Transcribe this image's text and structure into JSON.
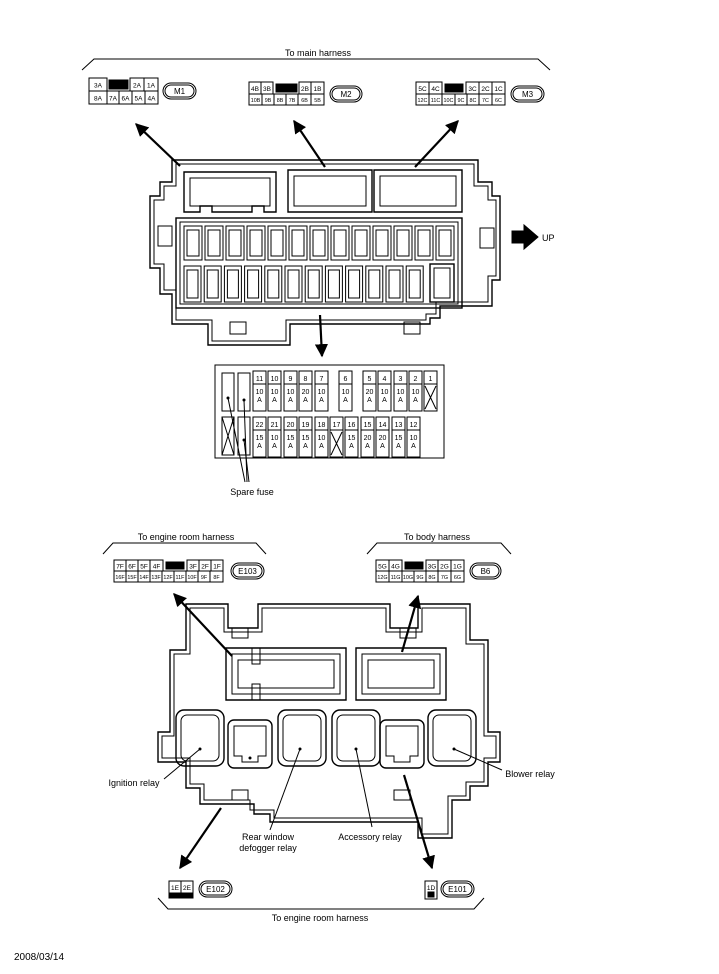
{
  "header_labels": {
    "to_main_harness": "To main harness",
    "to_engine_room_harness_top": "To engine room harness",
    "to_body_harness": "To body harness",
    "to_engine_room_harness_bottom": "To engine room harness"
  },
  "connectors": {
    "M1": {
      "id": "M1",
      "row1": [
        "3A",
        "",
        "2A",
        "1A"
      ],
      "row2": [
        "8A",
        "7A",
        "6A",
        "5A",
        "4A"
      ]
    },
    "M2": {
      "id": "M2",
      "row1": [
        "4B",
        "3B",
        "",
        "2B",
        "1B"
      ],
      "row2": [
        "10B",
        "9B",
        "8B",
        "7B",
        "6B",
        "5B"
      ]
    },
    "M3": {
      "id": "M3",
      "row1": [
        "5C",
        "4C",
        "",
        "3C",
        "2C",
        "1C"
      ],
      "row2": [
        "12C",
        "11C",
        "10C",
        "9C",
        "8C",
        "7C",
        "6C"
      ]
    },
    "E103": {
      "id": "E103",
      "row1": [
        "7F",
        "6F",
        "5F",
        "4F",
        "",
        "3F",
        "2F",
        "1F"
      ],
      "row2": [
        "16F",
        "15F",
        "14F",
        "13F",
        "12F",
        "11F",
        "10F",
        "9F",
        "8F"
      ]
    },
    "B6": {
      "id": "B6",
      "row1": [
        "5G",
        "4G",
        "",
        "3G",
        "2G",
        "1G"
      ],
      "row2": [
        "12G",
        "11G",
        "10G",
        "9G",
        "8G",
        "7G",
        "6G"
      ]
    },
    "E102": {
      "id": "E102",
      "pins": [
        "1E",
        "2E"
      ]
    },
    "E101": {
      "id": "E101",
      "pins": [
        "1D"
      ]
    }
  },
  "fuse_block": {
    "top_row": [
      {
        "no": "11",
        "amp": "10",
        "unit": "A"
      },
      {
        "no": "10",
        "amp": "10",
        "unit": "A"
      },
      {
        "no": "9",
        "amp": "10",
        "unit": "A"
      },
      {
        "no": "8",
        "amp": "20",
        "unit": "A"
      },
      {
        "no": "7",
        "amp": "10",
        "unit": "A"
      },
      {
        "no": "",
        "amp": "",
        "unit": ""
      },
      {
        "no": "6",
        "amp": "10",
        "unit": "A"
      },
      {
        "no": "",
        "amp": "",
        "unit": ""
      },
      {
        "no": "5",
        "amp": "20",
        "unit": "A"
      },
      {
        "no": "4",
        "amp": "10",
        "unit": "A"
      },
      {
        "no": "3",
        "amp": "10",
        "unit": "A"
      },
      {
        "no": "2",
        "amp": "10",
        "unit": "A"
      },
      {
        "no": "1",
        "amp": "",
        "unit": ""
      }
    ],
    "bottom_row": [
      {
        "no": "22",
        "amp": "15",
        "unit": "A"
      },
      {
        "no": "21",
        "amp": "10",
        "unit": "A"
      },
      {
        "no": "20",
        "amp": "15",
        "unit": "A"
      },
      {
        "no": "19",
        "amp": "15",
        "unit": "A"
      },
      {
        "no": "18",
        "amp": "10",
        "unit": "A"
      },
      {
        "no": "17",
        "amp": "",
        "unit": ""
      },
      {
        "no": "16",
        "amp": "15",
        "unit": "A"
      },
      {
        "no": "15",
        "amp": "20",
        "unit": "A"
      },
      {
        "no": "14",
        "amp": "20",
        "unit": "A"
      },
      {
        "no": "13",
        "amp": "15",
        "unit": "A"
      },
      {
        "no": "12",
        "amp": "10",
        "unit": "A"
      }
    ],
    "spare_fuse_label": "Spare fuse"
  },
  "direction_label": "UP",
  "relays": {
    "ignition": "Ignition relay",
    "rear_window_line1": "Rear window",
    "rear_window_line2": "defogger relay",
    "accessory": "Accessory relay",
    "blower": "Blower relay"
  },
  "date": "2008/03/14"
}
